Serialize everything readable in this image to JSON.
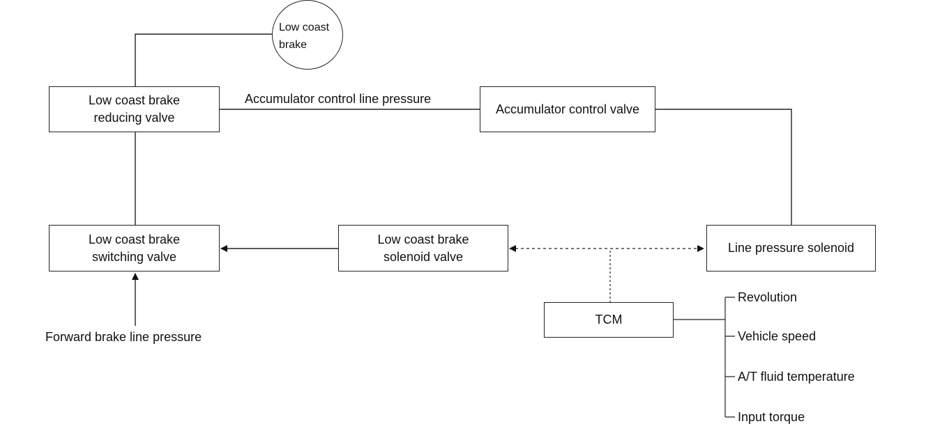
{
  "nodes": {
    "low_coast_brake": [
      "Low coast",
      "brake"
    ],
    "reducing_valve": [
      "Low coast brake",
      "reducing valve"
    ],
    "accumulator_valve": "Accumulator control valve",
    "switching_valve": [
      "Low coast brake",
      "switching valve"
    ],
    "solenoid_valve": [
      "Low coast brake",
      "solenoid valve"
    ],
    "line_pressure_solenoid": "Line pressure solenoid",
    "tcm": "TCM"
  },
  "labels": {
    "accumulator_line": "Accumulator control line pressure",
    "forward_brake": "Forward brake line pressure"
  },
  "tcm_inputs": [
    "Revolution",
    "Vehicle speed",
    "A/T fluid temperature",
    "Input torque"
  ]
}
